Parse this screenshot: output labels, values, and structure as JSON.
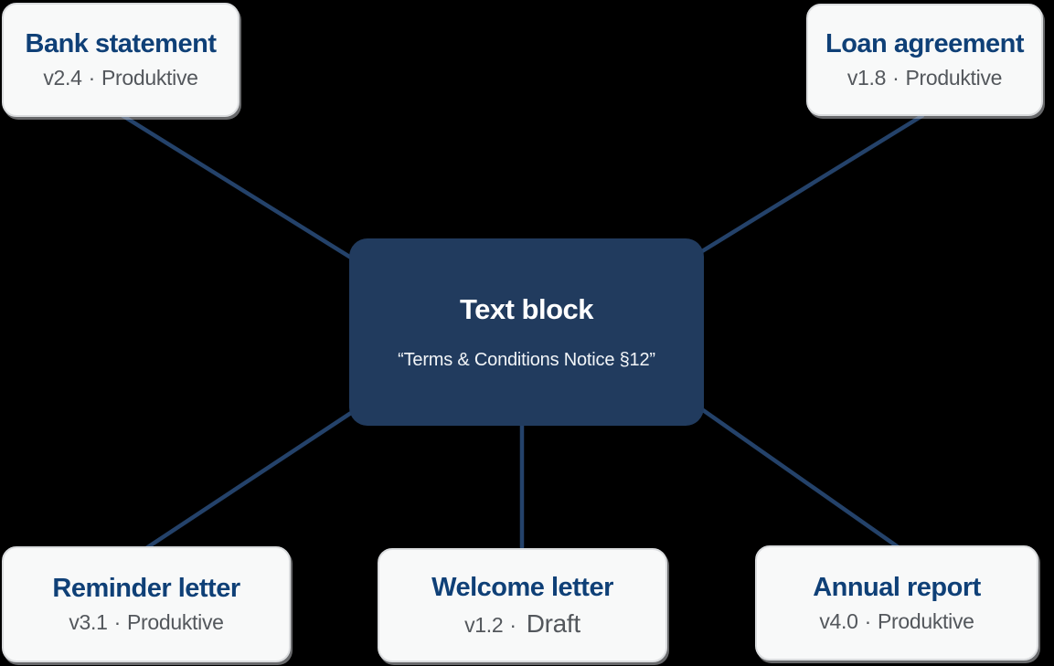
{
  "colors": {
    "background": "#000000",
    "center_node_bg": "#213B5E",
    "connector_line": "#24426A",
    "card_bg": "#F8F9F9",
    "card_border": "#DBDDDF",
    "card_title_text": "#0F4077",
    "card_subtitle_text": "#53575C",
    "center_node_text": "#FFFFFF"
  },
  "center_node": {
    "title": "Text block",
    "subtitle": "“Terms & Conditions Notice §12”"
  },
  "cards": [
    {
      "title": "Bank statement",
      "version": "v2.4",
      "sep": "·",
      "status": "Produktive"
    },
    {
      "title": "Loan agreement",
      "version": "v1.8",
      "sep": "·",
      "status": "Produktive"
    },
    {
      "title": "Reminder letter",
      "version": "v3.1",
      "sep": "·",
      "status": "Produktive"
    },
    {
      "title": "Welcome letter",
      "version": "v1.2",
      "sep": "·",
      "status": "Draft"
    },
    {
      "title": "Annual report",
      "version": "v4.0",
      "sep": "·",
      "status": "Produktive"
    }
  ]
}
